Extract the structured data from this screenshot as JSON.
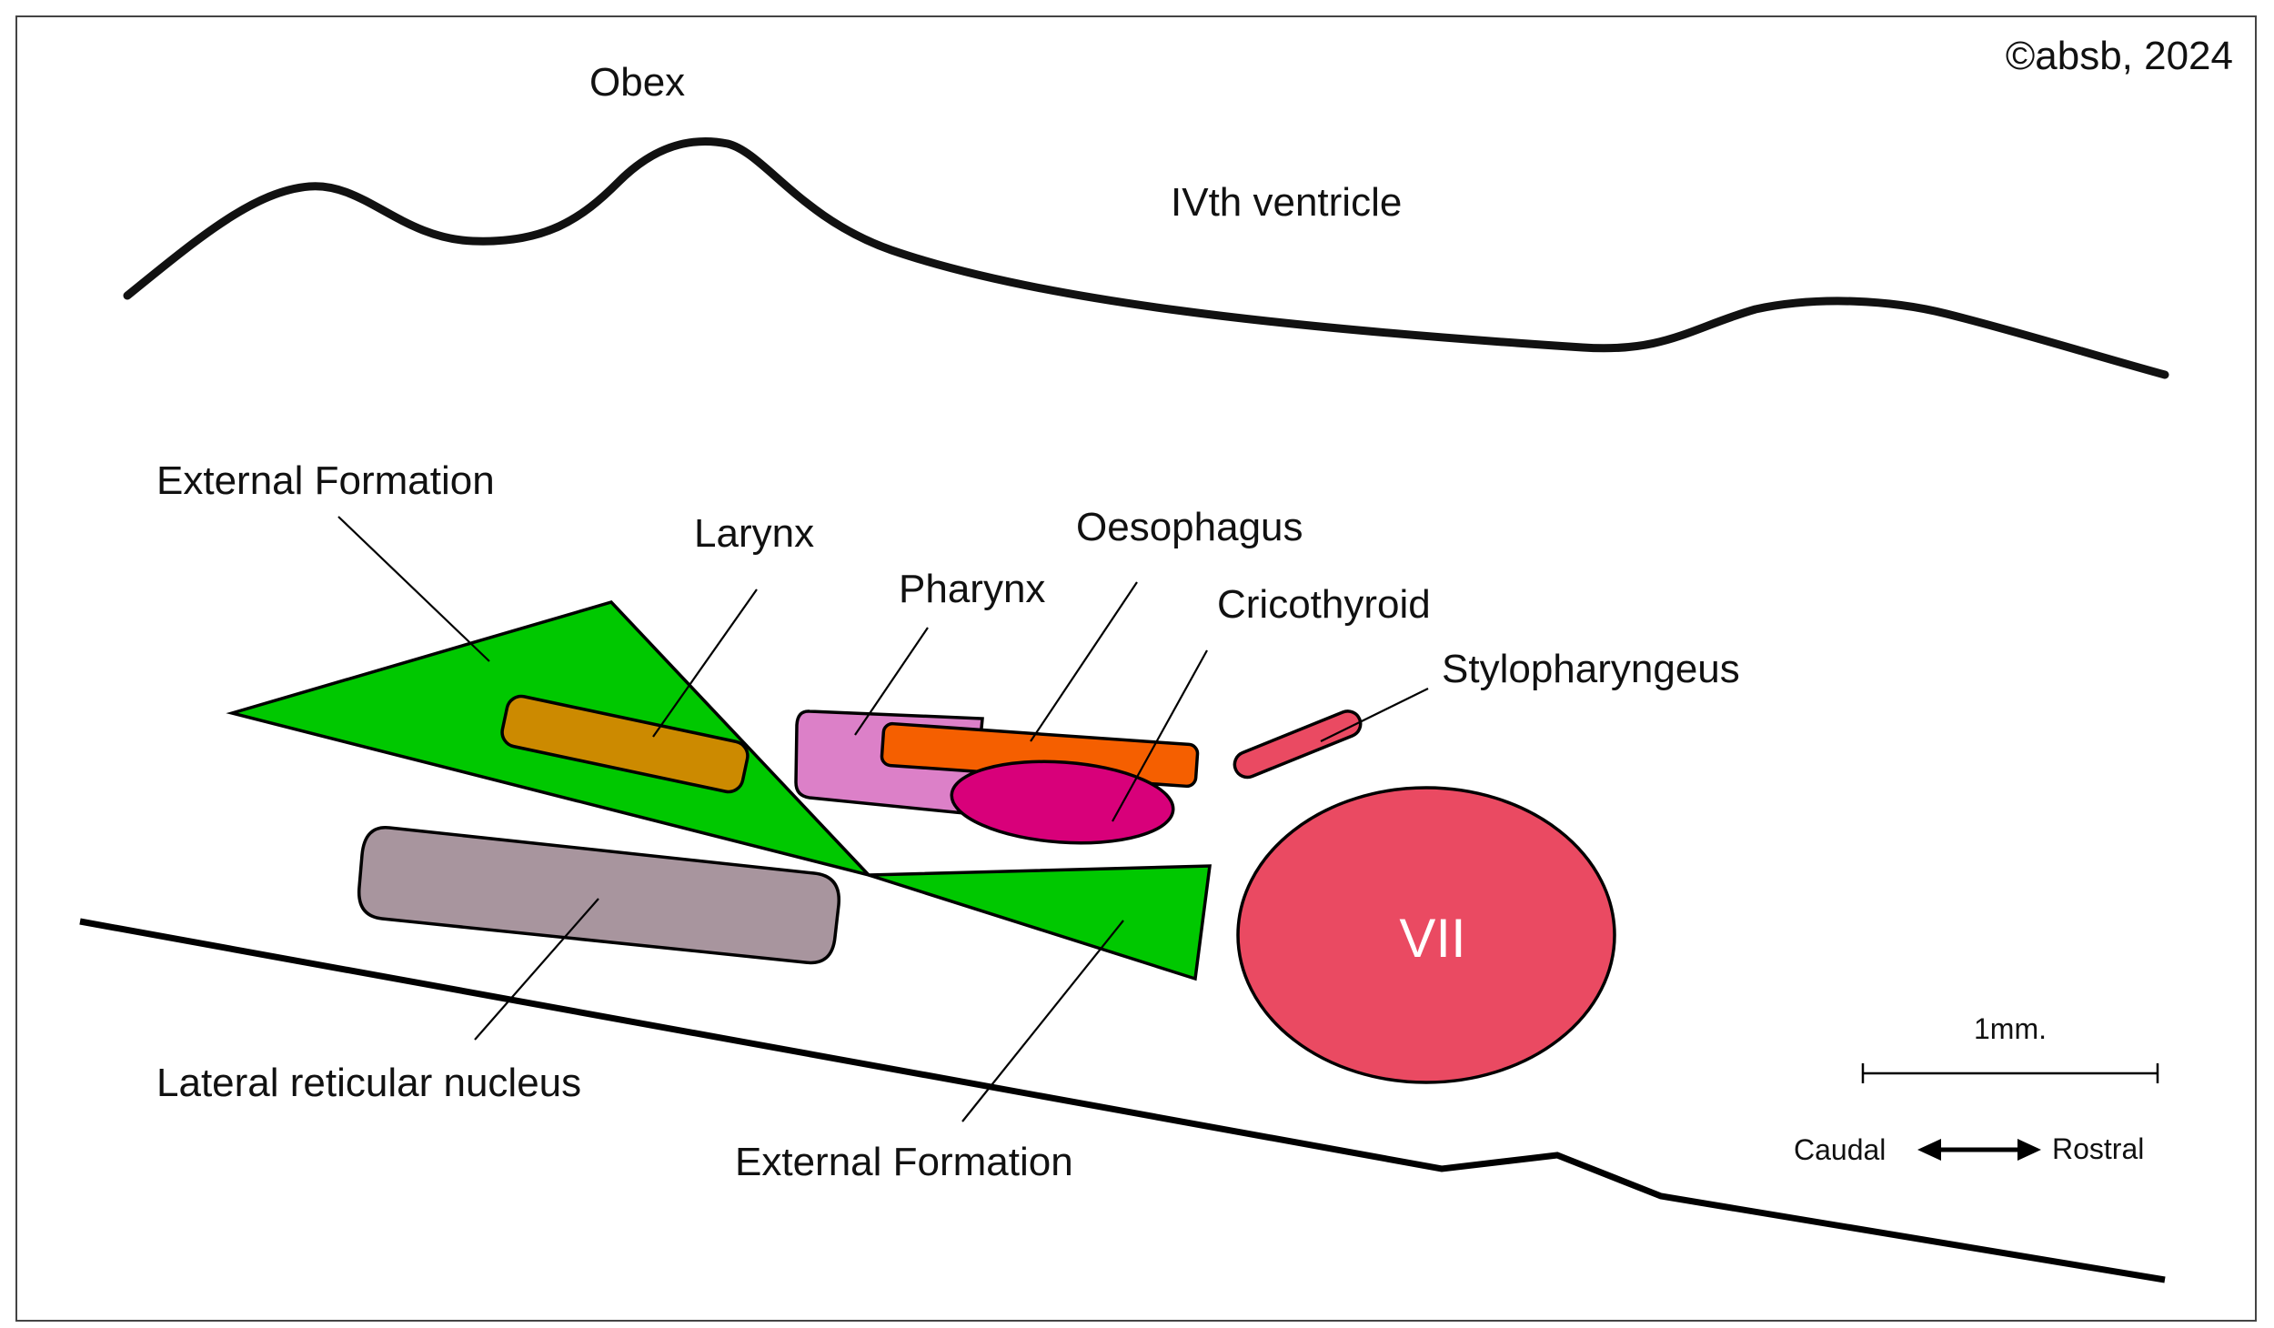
{
  "labels": {
    "copyright": "©absb, 2024",
    "obex": "Obex",
    "ventricle": "IVth ventricle",
    "external_formation_top": "External Formation",
    "larynx": "Larynx",
    "pharynx": "Pharynx",
    "oesophagus": "Oesophagus",
    "cricothyroid": "Cricothyroid",
    "stylopharyngeus": "Stylopharyngeus",
    "vii": "VII",
    "lateral_reticular_nucleus": "Lateral reticular nucleus",
    "external_formation_bottom": "External Formation",
    "scale_bar": "1mm.",
    "caudal": "Caudal",
    "rostral": "Rostral"
  },
  "colors": {
    "external_formation": "#00c800",
    "larynx": "#cc8a00",
    "pharynx": "#dc80c8",
    "oesophagus": "#f55f00",
    "cricothyroid": "#d8007a",
    "stylopharyngeus": "#ea4a62",
    "vii": "#ea4a62",
    "lateral_reticular_nucleus": "#a8959e"
  }
}
